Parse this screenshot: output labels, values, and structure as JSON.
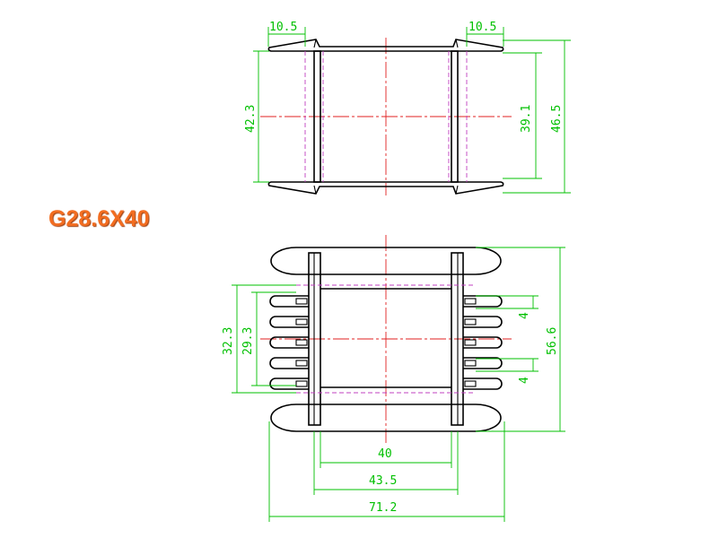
{
  "part_name": "G28.6X40",
  "colors": {
    "title": "#f26d21",
    "dimension": "#00c000",
    "centerline": "#e02020",
    "hidden_line": "#c040c0",
    "outline": "#000000"
  },
  "top_view": {
    "dims": {
      "left_flange": "10.5",
      "right_flange": "10.5",
      "inner_height": "42.3",
      "core_height": "39.1",
      "overall_height": "46.5"
    }
  },
  "front_view": {
    "dims": {
      "window_outer": "32.3",
      "window_inner": "29.3",
      "pin_pitch_top": "4",
      "pin_pitch_bottom": "4",
      "overall_height": "56.6",
      "inner_width": "40",
      "mid_width": "43.5",
      "overall_width": "71.2"
    }
  }
}
